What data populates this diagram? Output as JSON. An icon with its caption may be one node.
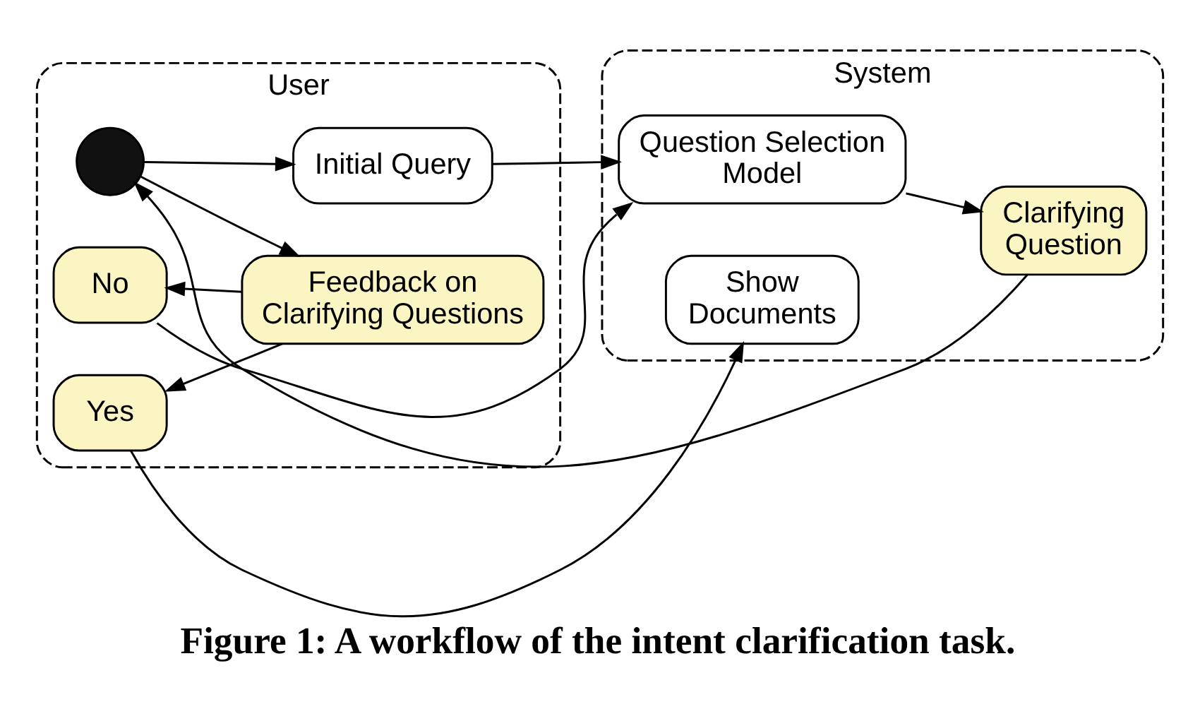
{
  "diagram": {
    "caption": "Figure 1: A workflow of the intent clarification task.",
    "nodes": [
      {
        "text": [
          "User"
        ]
      },
      {
        "text": [
          "System"
        ]
      },
      {
        "text": [],
        "shape": "person",
        "in": 0
      },
      {
        "text": [
          "Initial Query"
        ],
        "in": 0
      },
      {
        "text": [
          "No"
        ],
        "in": 0
      },
      {
        "text": [
          "Yes"
        ],
        "in": 0
      },
      {
        "text": [
          "Feedback on Clarifying Questions"
        ],
        "in": 0
      },
      {
        "text": [
          "Question Selection Model"
        ],
        "in": 1
      },
      {
        "text": [
          "Clarifying Question"
        ],
        "in": 1
      },
      {
        "text": [
          "Show Documents"
        ],
        "in": 1
      }
    ],
    "edges": [
      {
        "from": 2,
        "to": 3,
        "arrow": "to"
      },
      {
        "from": 2,
        "to": 6,
        "arrow": "to"
      },
      {
        "from": 6,
        "to": 4,
        "arrow": "to"
      },
      {
        "from": 6,
        "to": 5,
        "arrow": "to"
      },
      {
        "from": 3,
        "to": 7,
        "arrow": "to"
      },
      {
        "from": 4,
        "to": 7,
        "arrow": "to"
      },
      {
        "from": 7,
        "to": 8,
        "arrow": "to"
      },
      {
        "from": 8,
        "to": 2,
        "arrow": "to"
      },
      {
        "from": 5,
        "to": 9,
        "arrow": "to"
      }
    ]
  }
}
